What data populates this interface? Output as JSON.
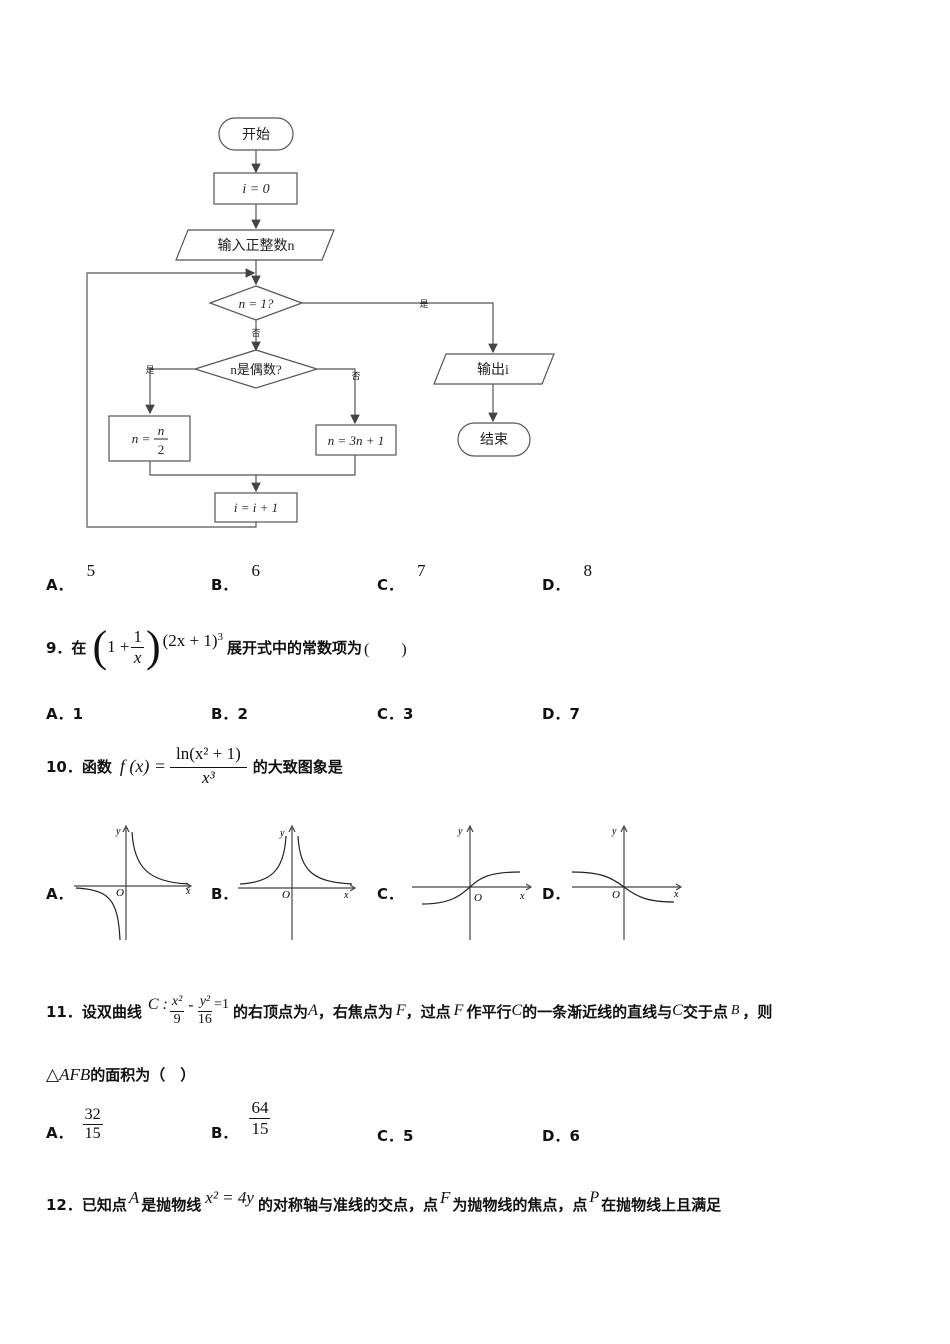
{
  "flowchart": {
    "start": "开始",
    "init": "i = 0",
    "input": "输入正整数n",
    "cond1": "n = 1?",
    "cond2": "n是偶数?",
    "yes": "是",
    "no": "否",
    "even_n": "n",
    "even_eq": "n =",
    "even_den": "2",
    "odd": "n = 3n + 1",
    "inc": "i = i + 1",
    "output": "输出i",
    "end": "结束"
  },
  "q8_options": [
    {
      "label": "A．",
      "value": "5"
    },
    {
      "label": "B．",
      "value": "6"
    },
    {
      "label": "C．",
      "value": "7"
    },
    {
      "label": "D．",
      "value": "8"
    }
  ],
  "q9": {
    "number": "9．在",
    "expr_one": "1 +",
    "expr_num": "1",
    "expr_den": "x",
    "expr_tail": "(2x + 1)",
    "expr_exp": "3",
    "stem": "展开式中的常数项为",
    "paren": "(　　)",
    "options": [
      {
        "label": "A．",
        "value": "1"
      },
      {
        "label": "B．",
        "value": "2"
      },
      {
        "label": "C．",
        "value": "3"
      },
      {
        "label": "D．",
        "value": "7"
      }
    ]
  },
  "q10": {
    "number": "10．函数",
    "f": "f (x) =",
    "num": "ln(x² + 1)",
    "den": "x³",
    "stem": "的大致图象是",
    "options": [
      "A．",
      "B．",
      "C．",
      "D．"
    ],
    "axis_y": "y",
    "axis_x": "x",
    "origin": "O"
  },
  "q11": {
    "number": "11．设双曲线",
    "c_label": "C :",
    "x_num": "x²",
    "x_den": "9",
    "minus": "-",
    "y_num": "y²",
    "y_den": "16",
    "eq1": "=1",
    "t1": "的右顶点为",
    "A": "A",
    "t2": "，右焦点为",
    "F": "F",
    "t3": "，过点",
    "F2": "F",
    "t4": "作平行",
    "C1": "C",
    "t5": "的一条渐近线的直线与",
    "C2": "C",
    "t6": "交于点",
    "B": "B",
    "t7": "，则",
    "line2_tri": "△AFB",
    "line2": "的面积为（　）",
    "optA_num": "32",
    "optA_den": "15",
    "optB_num": "64",
    "optB_den": "15",
    "options": [
      {
        "label": "A．"
      },
      {
        "label": "B．"
      },
      {
        "label": "C．",
        "value": "5"
      },
      {
        "label": "D．",
        "value": "6"
      }
    ]
  },
  "q12": {
    "number": "12．已知点",
    "A": "A",
    "t1": "是抛物线",
    "eq": "x² = 4y",
    "t2": "的对称轴与准线的交点，点",
    "F": "F",
    "t3": "为抛物线的焦点，点",
    "P": "P",
    "t4": "在抛物线上且满足"
  }
}
